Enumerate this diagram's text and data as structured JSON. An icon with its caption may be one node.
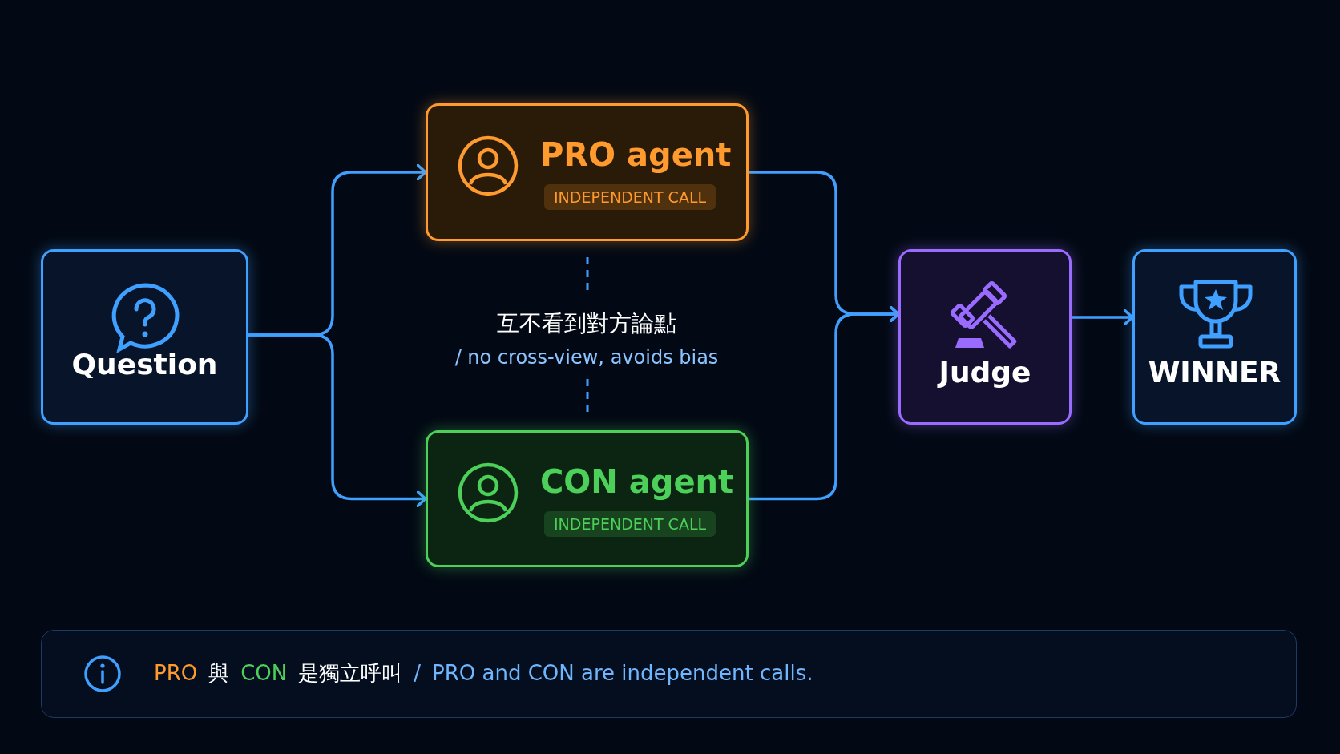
{
  "diagram": {
    "nodes": [
      {
        "text": [
          "Question"
        ]
      },
      {
        "text": [
          "PRO agent",
          "INDEPENDENT CALL"
        ]
      },
      {
        "text": [
          "CON agent",
          "INDEPENDENT CALL"
        ]
      },
      {
        "text": [
          "Judge"
        ]
      },
      {
        "text": [
          "WINNER"
        ]
      },
      {
        "text": [
          "PRO",
          "與",
          "CON",
          "是獨立呼叫",
          "/",
          "PRO and CON are independent calls."
        ]
      }
    ],
    "edges": [
      {
        "from": 0,
        "to": 1,
        "arrow": "to"
      },
      {
        "from": 0,
        "to": 2,
        "arrow": "to"
      },
      {
        "from": 1,
        "to": 3,
        "arrow": "to"
      },
      {
        "from": 2,
        "to": 3,
        "arrow": "to"
      },
      {
        "from": 3,
        "to": 4,
        "arrow": "to"
      }
    ],
    "labels": [
      "互不看到對方論點",
      "/ no cross-view, avoids bias"
    ]
  }
}
